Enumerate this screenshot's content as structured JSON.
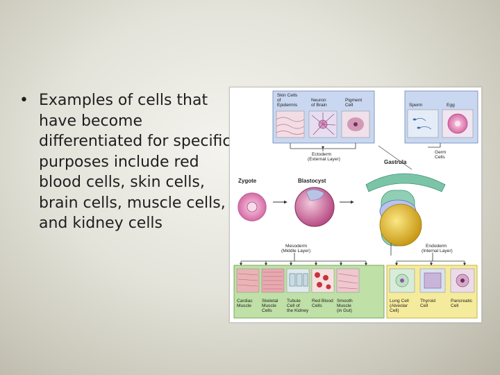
{
  "slide": {
    "bullet": "•",
    "text": "Examples of cells that have become differentiated for specific purposes include red blood cells, skin cells, brain cells, muscle cells, and kidney cells"
  },
  "figure": {
    "top_panel": {
      "skin": [
        "Skin Cells",
        "of",
        "Epidermis"
      ],
      "neuron": [
        "Neuron",
        "of Brain"
      ],
      "pigment": [
        "Pigment",
        "Cell"
      ],
      "sperm": "Sperm",
      "egg": "Egg"
    },
    "ectoderm": [
      "Ectoderm",
      "(External Layer)"
    ],
    "germ": [
      "Germ",
      "Cells"
    ],
    "gastrula": "Gastrula",
    "zygote": "Zygote",
    "blastocyst": "Blastocyst",
    "mesoderm": [
      "Mesoderm",
      "(Middle Layer)"
    ],
    "endoderm": [
      "Endoderm",
      "(Internal Layer)"
    ],
    "bottom_panel": {
      "cardiac": [
        "Cardiac",
        "Muscle"
      ],
      "skeletal": [
        "Skeletal",
        "Muscle",
        "Cells"
      ],
      "tubule": [
        "Tubule",
        "Cell of",
        "the Kidney"
      ],
      "red_blood": [
        "Red Blood",
        "Cells"
      ],
      "smooth": [
        "Smooth",
        "Muscle",
        "(in Gut)"
      ],
      "lung": [
        "Lung Cell",
        "(Alveolar",
        "Cell)"
      ],
      "thyroid": [
        "Thyroid",
        "Cell"
      ],
      "pancreatic": [
        "Pancreatic",
        "Cell"
      ]
    },
    "colors": {
      "ectoderm_panel": "#c9d7f0",
      "germ_panel": "#c9d7f0",
      "mesoderm_panel": "#bfe0a6",
      "endoderm_panel": "#f5eb9c",
      "gastrula_outer": "#7cc4a8",
      "gastrula_yolk": "#e8c84a"
    }
  }
}
